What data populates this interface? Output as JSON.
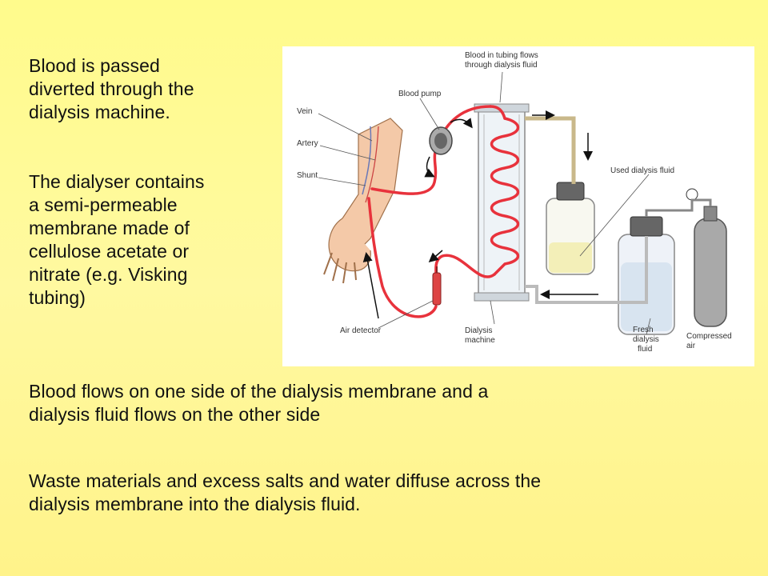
{
  "text": {
    "intro": "Blood is passed\ndiverted through the\ndialysis machine.",
    "dialyser": "The dialyser contains\n a semi-permeable\nmembrane  made of\ncellulose acetate or\nnitrate (e.g. Visking\ntubing)",
    "flow": "Blood flows on one side of the dialysis membrane and a\ndialysis fluid flows on the other side",
    "waste": "Waste materials and excess salts and water diffuse across the\ndialysis membrane into the dialysis fluid."
  },
  "diagram": {
    "labels": {
      "blood_in_tubing_1": "Blood in tubing flows",
      "blood_in_tubing_2": "through dialysis fluid",
      "blood_pump": "Blood pump",
      "vein": "Vein",
      "artery": "Artery",
      "shunt": "Shunt",
      "used_fluid": "Used dialysis fluid",
      "air_detector": "Air detector",
      "dialysis_machine_1": "Dialysis",
      "dialysis_machine_2": "machine",
      "fresh_fluid_1": "Fresh",
      "fresh_fluid_2": "dialysis",
      "fresh_fluid_3": "fluid",
      "compressed_air_1": "Compressed",
      "compressed_air_2": "air"
    },
    "colors": {
      "blood": "#e8323c",
      "fluid": "#d8e4f0",
      "used_fluid": "#f3efb8"
    }
  }
}
